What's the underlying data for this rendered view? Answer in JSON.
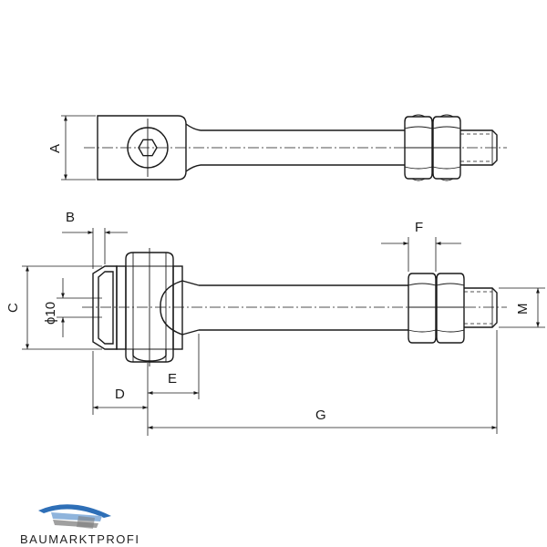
{
  "drawing": {
    "labels": {
      "A": "A",
      "B": "B",
      "C": "C",
      "D": "D",
      "E": "E",
      "F": "F",
      "G": "G",
      "M": "M",
      "phi10": "ϕ10"
    }
  },
  "logo": {
    "text": "BAUMARKTPROFI",
    "colors": {
      "primary": "#2e6fb7",
      "secondary": "#8fb4dc",
      "grey": "#a0a0a0"
    }
  }
}
